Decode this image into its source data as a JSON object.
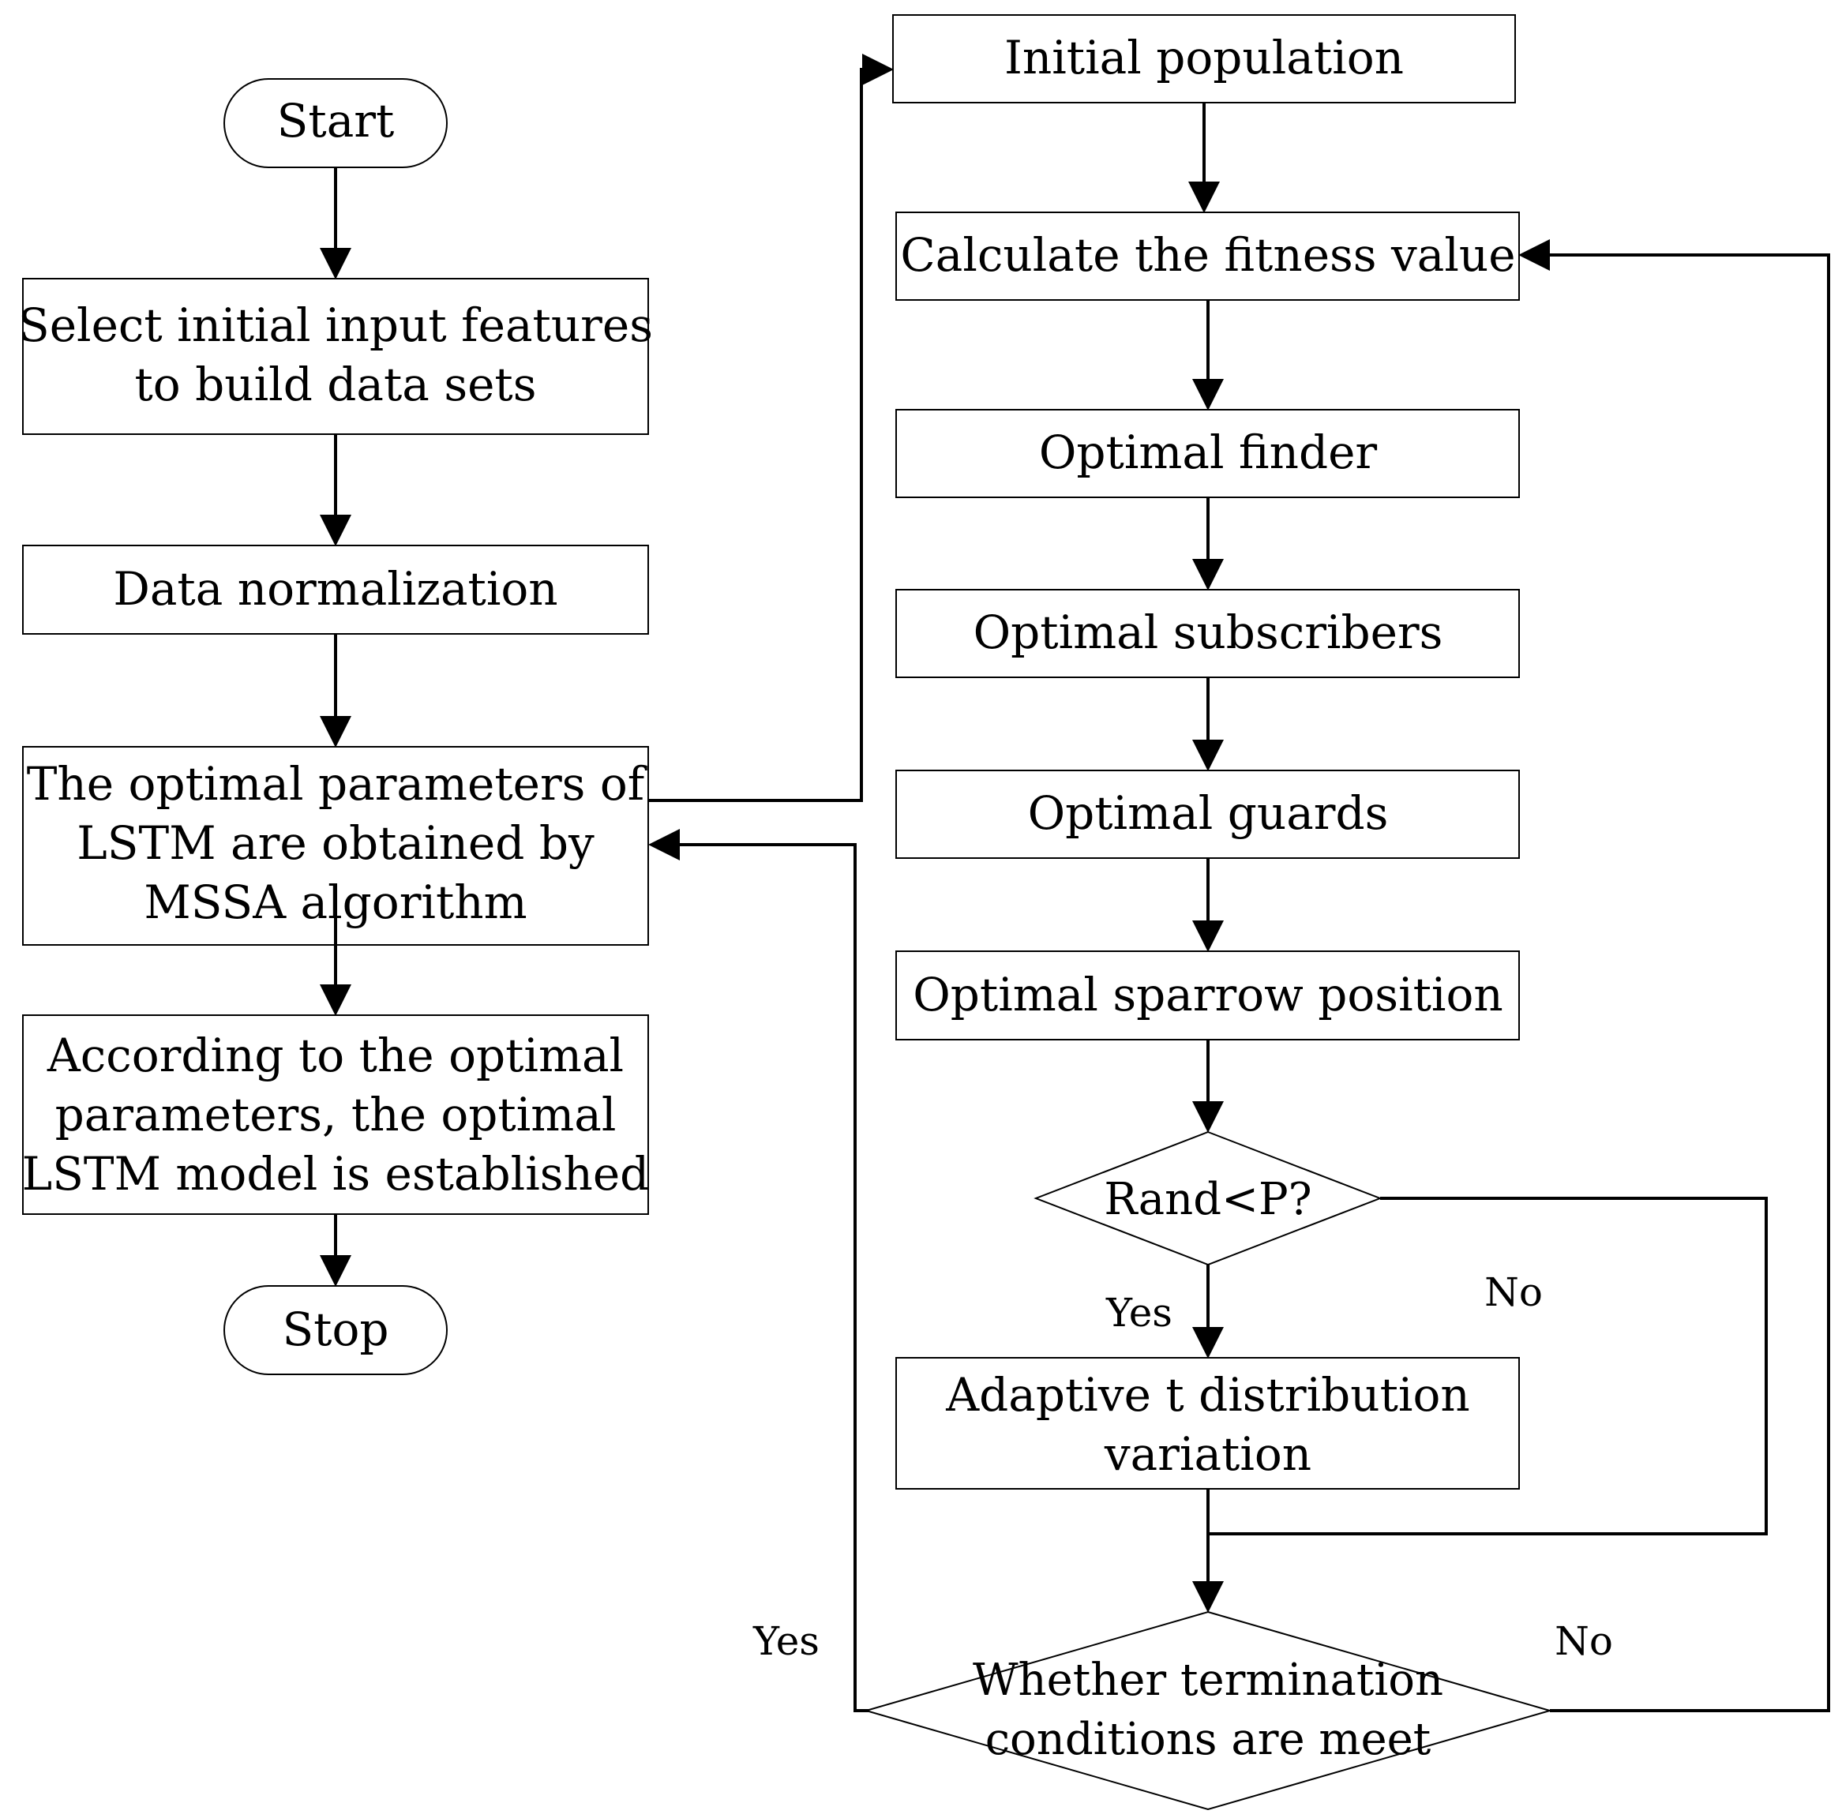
{
  "nodes": {
    "start": "Start",
    "select_features": [
      "Select initial input features",
      "to build data sets"
    ],
    "data_normalization": "Data normalization",
    "msso_params": [
      "The optimal parameters of",
      "LSTM are obtained by",
      "MSSA algorithm"
    ],
    "establish_model": [
      "According to the optimal",
      "parameters, the optimal",
      "LSTM model is established"
    ],
    "stop": "Stop",
    "initial_population": "Initial population",
    "calculate_fitness": "Calculate the fitness value",
    "optimal_finder": "Optimal finder",
    "optimal_subscribers": "Optimal subscribers",
    "optimal_guards": "Optimal guards",
    "optimal_sparrow": "Optimal sparrow position",
    "rand_decision": "Rand<P?",
    "adaptive_t": [
      "Adaptive t distribution",
      "variation"
    ],
    "termination_decision": [
      "Whether termination",
      "conditions are meet"
    ]
  },
  "edge_labels": {
    "rand_yes": "Yes",
    "rand_no": "No",
    "term_yes": "Yes",
    "term_no": "No"
  }
}
